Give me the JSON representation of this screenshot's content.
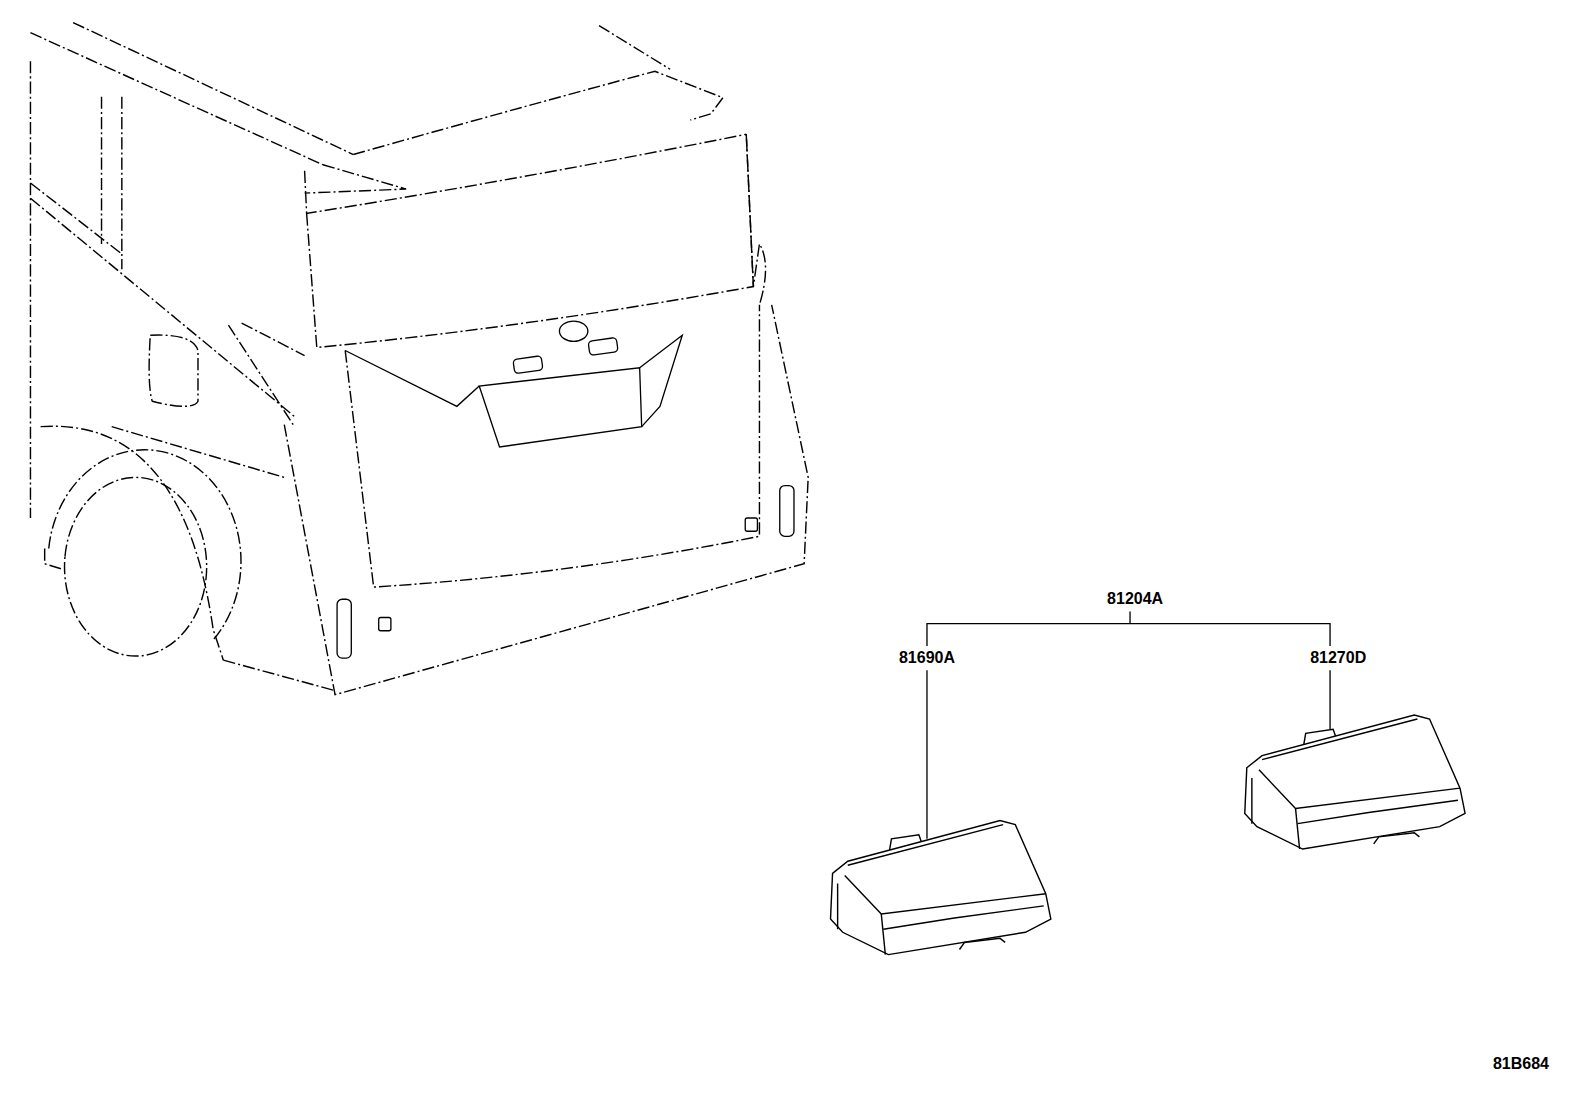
{
  "diagram": {
    "labels": [
      "81204A",
      "81690A",
      "81270D",
      "81B684"
    ]
  }
}
